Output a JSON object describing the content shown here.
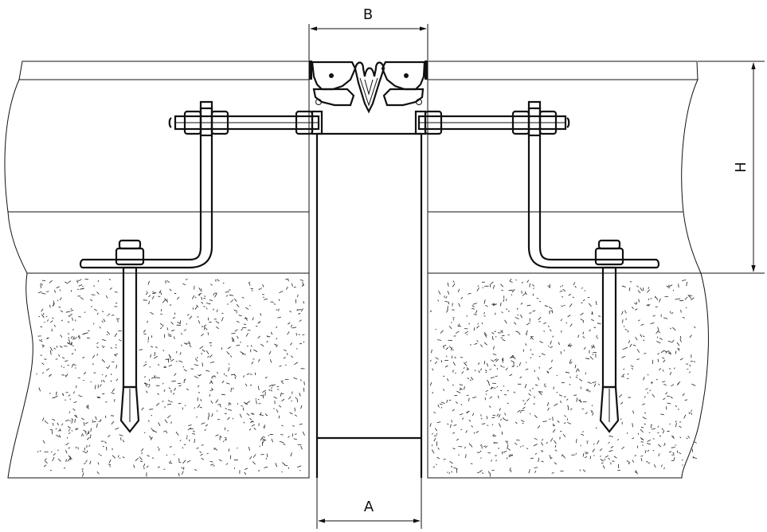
{
  "dimensions": {
    "a_label": "A",
    "b_label": "B",
    "h_label": "H"
  },
  "colors": {
    "line": "#111111",
    "background": "#ffffff"
  }
}
